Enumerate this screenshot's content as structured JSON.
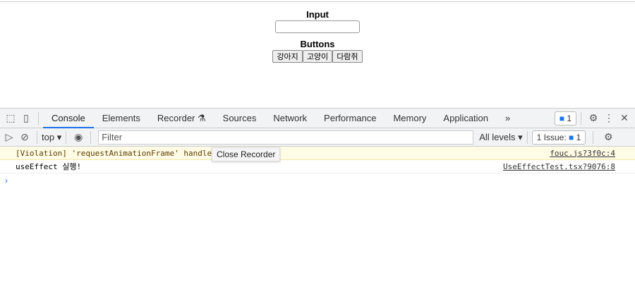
{
  "page": {
    "input_label": "Input",
    "input_value": "",
    "buttons_label": "Buttons",
    "buttons": [
      "강아지",
      "고양이",
      "다람쥐"
    ]
  },
  "devtools": {
    "tabs": [
      "Console",
      "Elements",
      "Recorder",
      "Sources",
      "Network",
      "Performance",
      "Memory",
      "Application"
    ],
    "active_tab": "Console",
    "more_tabs": "»",
    "messages_badge": "1",
    "context": "top",
    "filter_placeholder": "Filter",
    "levels": "All levels",
    "issues_label": "1 Issue:",
    "issues_count": "1",
    "tooltip": "Close Recorder",
    "console": [
      {
        "text": "[Violation] 'requestAnimationFrame' handle",
        "source": "fouc.js?3f0c:4",
        "level": "warning"
      },
      {
        "text": "useEffect 실행!",
        "source": "UseEffectTest.tsx?9076:8",
        "level": "info"
      }
    ],
    "prompt": "›"
  }
}
